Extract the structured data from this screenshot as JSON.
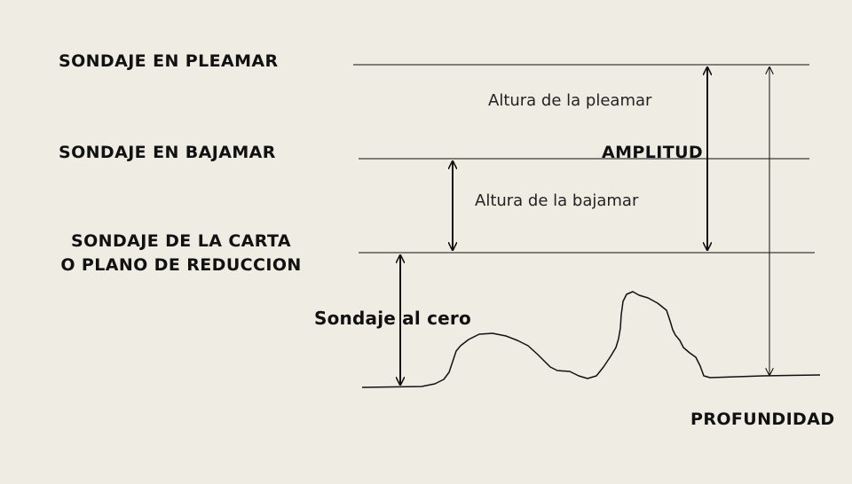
{
  "labels": {
    "pleamar": "SONDAJE EN PLEAMAR",
    "bajamar": "SONDAJE EN BAJAMAR",
    "reduccion_line1": "SONDAJE DE LA CARTA",
    "reduccion_line2": "O PLANO DE REDUCCION",
    "sondaje_cero": "Sondaje al cero",
    "altura_pleamar": "Altura de la pleamar",
    "altura_bajamar": "Altura de la bajamar",
    "amplitud": "AMPLITUD",
    "profundidad": "PROFUNDIDAD"
  },
  "colors": {
    "background": "#efece4",
    "ink": "#111111"
  }
}
